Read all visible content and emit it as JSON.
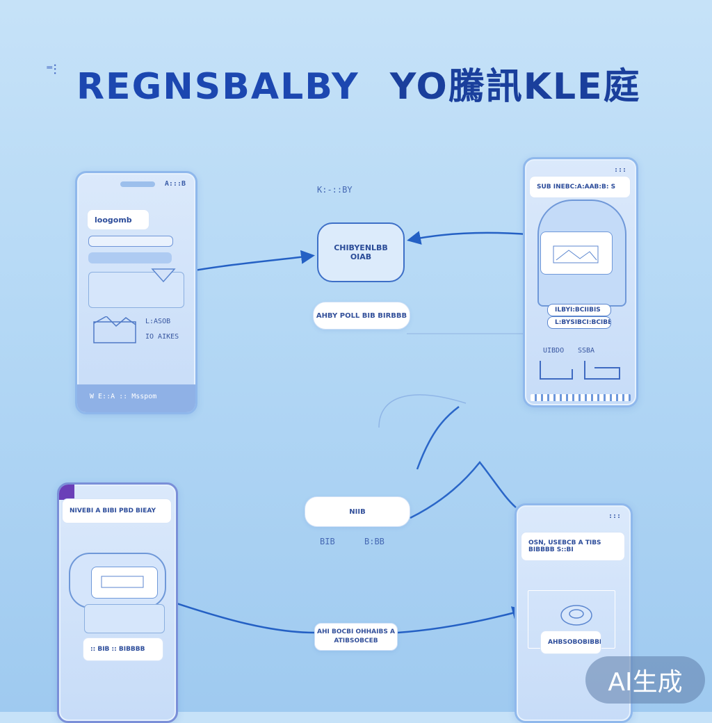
{
  "title": {
    "main": "REGNSBALBY",
    "sub": "YO騰訊KLE庭"
  },
  "phones": {
    "top_left": {
      "status": "A:::B",
      "card_title": "loogomb",
      "side_text_1": "L:ASOB",
      "side_text_2": "IO AIKES",
      "footer": "W E::A :: Msspom"
    },
    "top_right": {
      "status": ":::",
      "header": "SUB INEBC:A:AAB:B: S",
      "field_1": "ILBYI:BCIIBIS",
      "field_2": "L:BYSIBCI:BCIBB",
      "row_label_1": "UIBDO",
      "row_label_2": "SSBA"
    },
    "bottom_left": {
      "header": "NIVEBI A BIBI PBD BIEAY"
    },
    "bottom_right": {
      "status": ":::",
      "header": "OSN, USEBCB A TIBS",
      "subheader": "BIBBBB S::BI",
      "card_text": "AHBSOBOBIBBB"
    }
  },
  "center": {
    "top_label": "K:-::BY",
    "node_text_1": "CHIBYENLBB",
    "node_text_2": "OIAB",
    "pill_1_text": "AHBY POLL BIB BIRBBB",
    "pill_2_text": "NIIB",
    "mid_label_1": "BIB",
    "mid_label_2": "B:BB",
    "pill_3_text_1": "AHI BOCBI OHHAIBS A",
    "pill_3_text_2": "ATIBSOBCEB"
  },
  "badge": "AI生成",
  "colors": {
    "accent": "#1c47b0",
    "wire": "#2460c4",
    "background": "#b4d8f5"
  }
}
